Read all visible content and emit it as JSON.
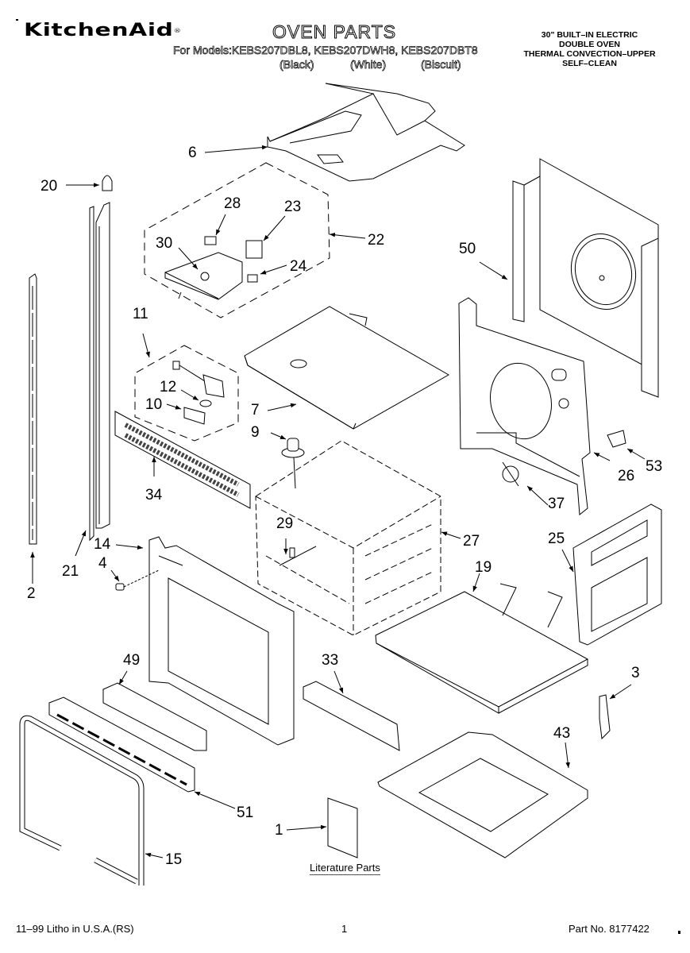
{
  "header": {
    "brand": "KitchenAid",
    "brand_reg": "®",
    "title": "OVEN PARTS",
    "models_line": "For Models:KEBS207DBL8, KEBS207DWH8, KEBS207DBT8",
    "finishes": [
      "(Black)",
      "(White)",
      "(Biscuit)"
    ],
    "description": [
      "30\" BUILT–IN ELECTRIC",
      "DOUBLE OVEN",
      "THERMAL CONVECTION–UPPER",
      "SELF–CLEAN"
    ]
  },
  "callouts": {
    "c1": "1",
    "c2": "2",
    "c3": "3",
    "c4": "4",
    "c6": "6",
    "c7": "7",
    "c9": "9",
    "c10": "10",
    "c11": "11",
    "c12": "12",
    "c14": "14",
    "c15": "15",
    "c19": "19",
    "c20": "20",
    "c21": "21",
    "c22": "22",
    "c23": "23",
    "c24": "24",
    "c25": "25",
    "c26": "26",
    "c27": "27",
    "c28": "28",
    "c29": "29",
    "c30": "30",
    "c33": "33",
    "c34": "34",
    "c37": "37",
    "c43": "43",
    "c49": "49",
    "c50": "50",
    "c51": "51",
    "c53": "53"
  },
  "literature_label": "Literature Parts",
  "footer": {
    "print_info": "11–99 Litho in U.S.A.(RS)",
    "page_number": "1",
    "part_number": "Part No. 8177422"
  }
}
